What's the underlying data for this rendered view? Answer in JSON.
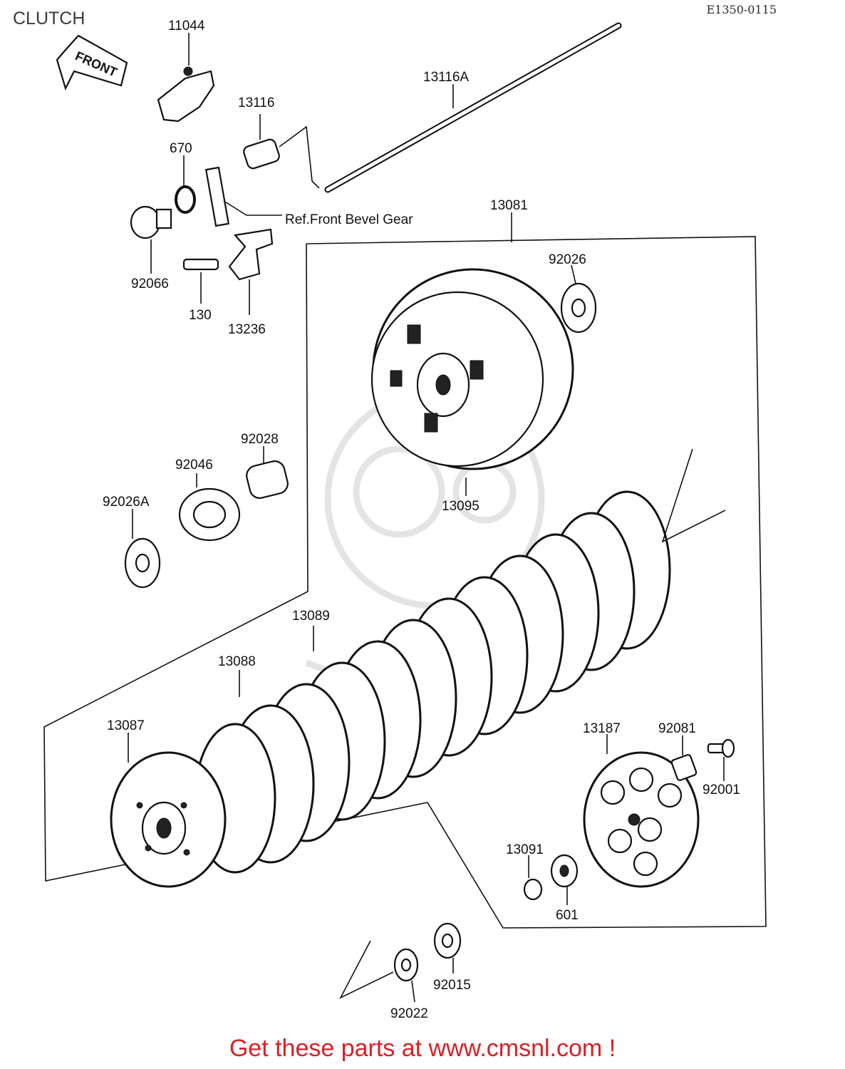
{
  "header": {
    "title": "CLUTCH",
    "diagram_code": "E1350-0115"
  },
  "diagram": {
    "front_arrow": "FRONT",
    "ref_note": "Ref.Front Bevel Gear",
    "parts": {
      "p11044": "11044",
      "p13116A": "13116A",
      "p13116": "13116",
      "p670": "670",
      "p92066": "92066",
      "p130": "130",
      "p13236": "13236",
      "p13081": "13081",
      "p92026": "92026",
      "p13095": "13095",
      "p92028": "92028",
      "p92046": "92046",
      "p92026A": "92026A",
      "p13089": "13089",
      "p13088": "13088",
      "p13087": "13087",
      "p13187": "13187",
      "p92081": "92081",
      "p92001": "92001",
      "p13091": "13091",
      "p601": "601",
      "p92015": "92015",
      "p92022": "92022"
    }
  },
  "footer": {
    "cta": "Get these parts at www.cmsnl.com !"
  }
}
